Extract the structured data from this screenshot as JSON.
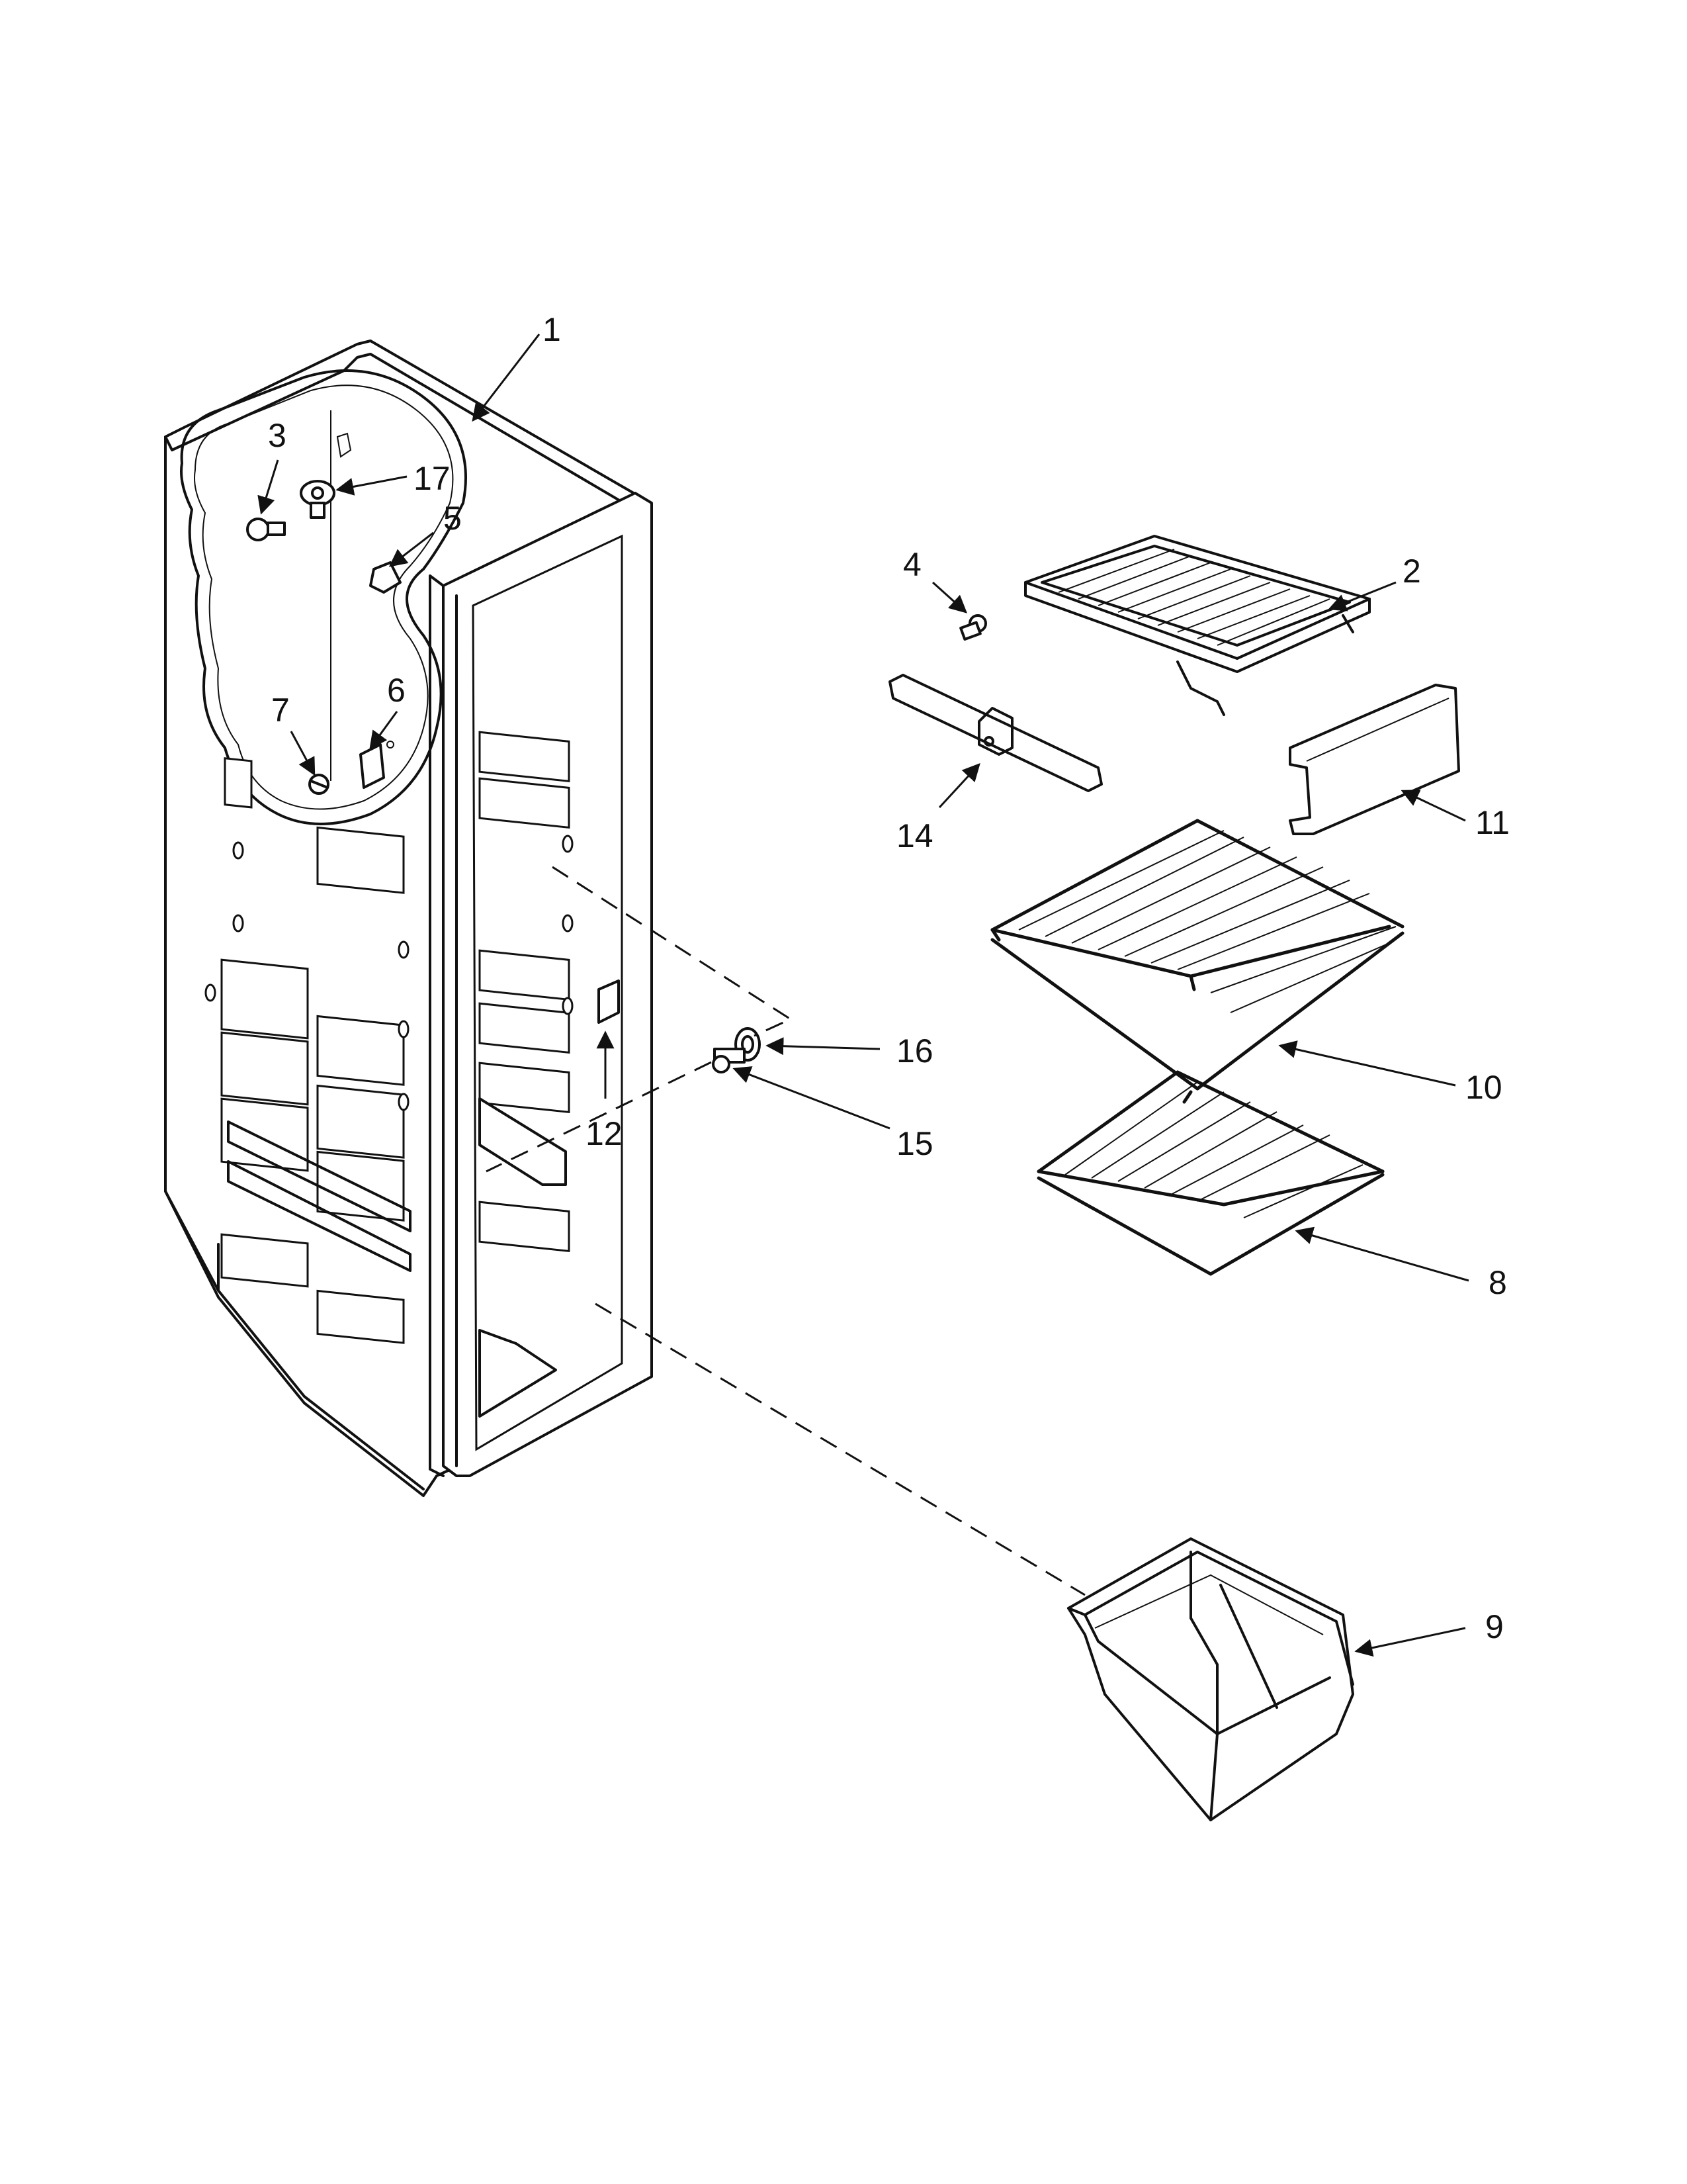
{
  "diagram": {
    "callouts": [
      {
        "id": "1",
        "label": "1"
      },
      {
        "id": "2",
        "label": "2"
      },
      {
        "id": "3",
        "label": "3"
      },
      {
        "id": "4",
        "label": "4"
      },
      {
        "id": "5",
        "label": "5"
      },
      {
        "id": "6",
        "label": "6"
      },
      {
        "id": "7",
        "label": "7"
      },
      {
        "id": "8",
        "label": "8"
      },
      {
        "id": "9",
        "label": "9"
      },
      {
        "id": "10",
        "label": "10"
      },
      {
        "id": "11",
        "label": "11"
      },
      {
        "id": "12",
        "label": "12"
      },
      {
        "id": "14",
        "label": "14"
      },
      {
        "id": "15",
        "label": "15"
      },
      {
        "id": "16",
        "label": "16"
      },
      {
        "id": "17",
        "label": "17"
      }
    ]
  }
}
